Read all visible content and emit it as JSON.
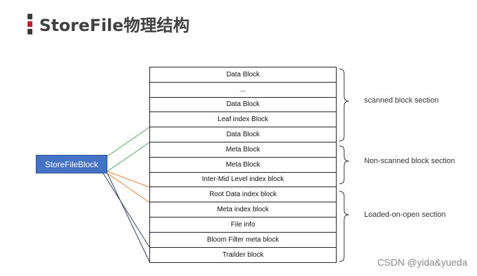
{
  "header": {
    "title": "StoreFile物理结构"
  },
  "structure": {
    "blocks": [
      "Data Block",
      "...",
      "Data Block",
      "Leaf index Block",
      "Data Block",
      "Meta Block",
      "Meta Block",
      "Inter-Mid Level index block",
      "Root Data index block",
      "Meta index block",
      "File info",
      "Bloom Filter meta block",
      "Trailder block"
    ]
  },
  "source_box": {
    "label": "StoreFileBlock"
  },
  "sections": [
    {
      "label": "scanned block section"
    },
    {
      "label": "Non-scanned block section"
    },
    {
      "label": "Loaded-on-open section"
    }
  ],
  "watermark": "CSDN @yida&yueda",
  "colors": {
    "box_fill": "#4472c4",
    "connector_green": "#4ea24e",
    "connector_orange": "#ed7d31",
    "connector_navy": "#2f3f66",
    "title_accent": "#c0202a"
  }
}
